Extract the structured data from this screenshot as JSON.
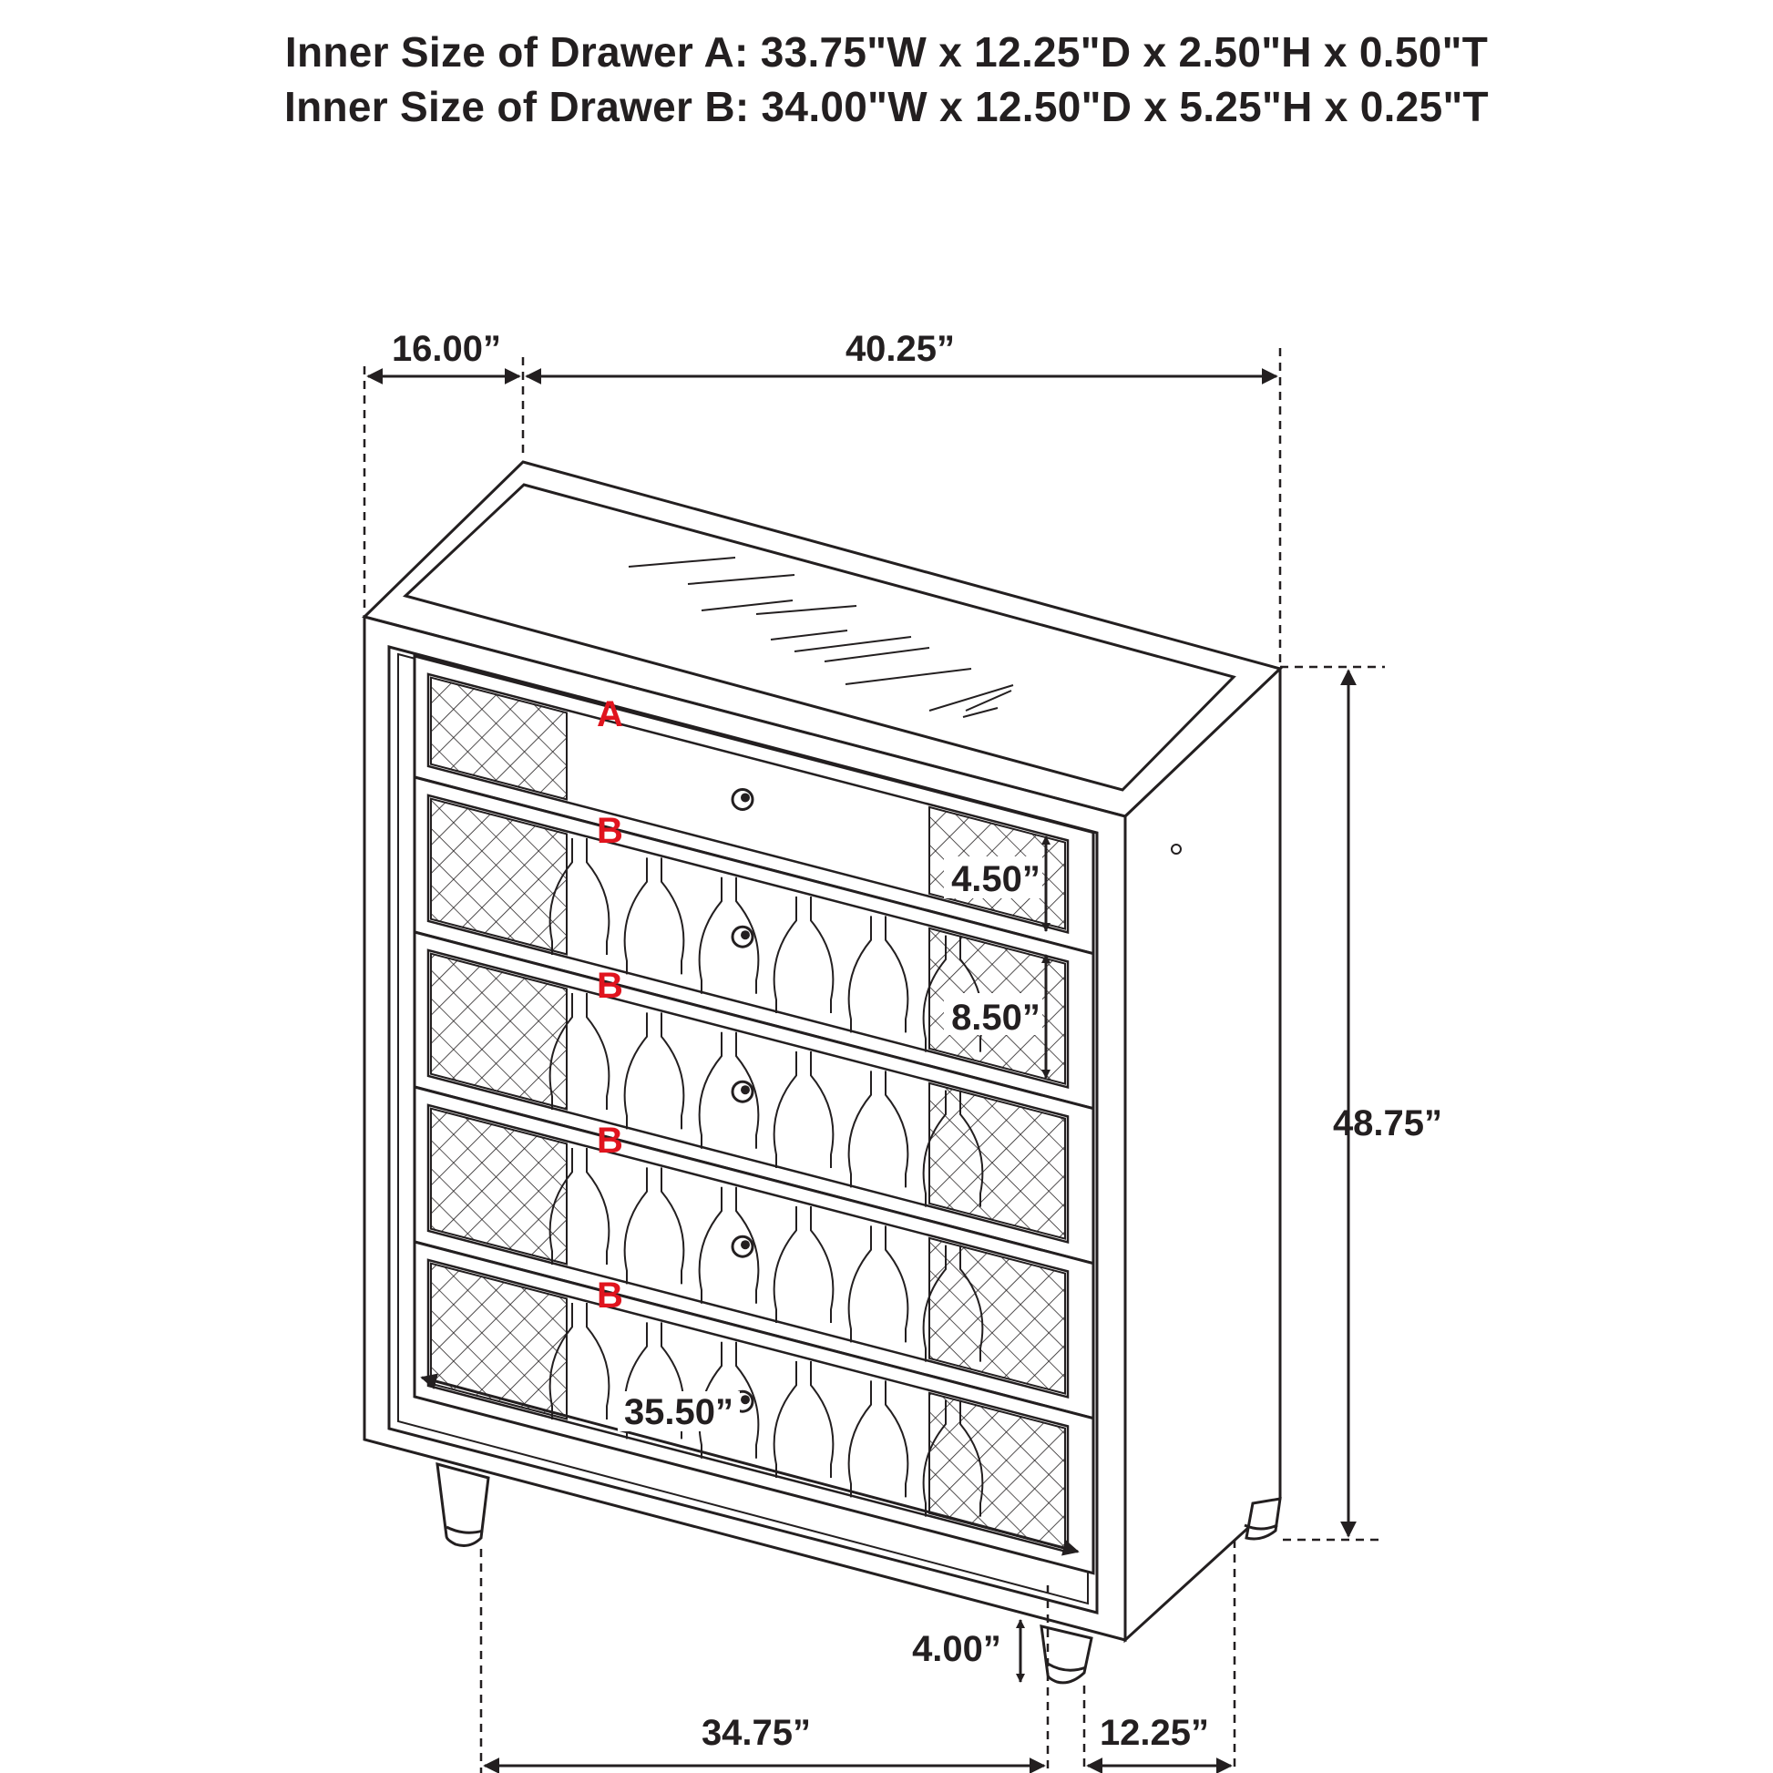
{
  "header": {
    "drawer_a_line": "Inner Size of Drawer A: 33.75\"W x 12.25\"D x 2.50\"H x 0.50\"T",
    "drawer_b_line": "Inner Size of Drawer B: 34.00\"W x 12.50\"D x 5.25\"H x 0.25\"T"
  },
  "dimensions": {
    "depth_top": "16.00”",
    "width_top": "40.25”",
    "height_total": "48.75”",
    "drawer_a_height": "4.50”",
    "drawer_b_height": "8.50”",
    "drawer_width": "35.50”",
    "leg_height": "4.00”",
    "base_width": "34.75”",
    "base_depth": "12.25”"
  },
  "drawer_labels": [
    "A",
    "B",
    "B",
    "B",
    "B"
  ],
  "colors": {
    "line": "#231f20",
    "label": "#e0141e",
    "background": "#ffffff"
  }
}
